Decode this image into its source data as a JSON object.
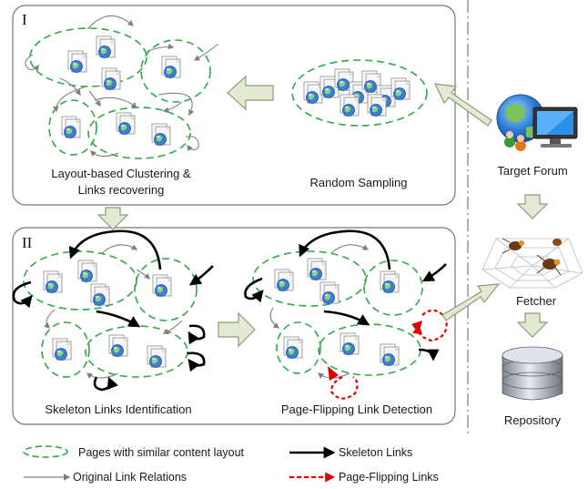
{
  "panels": {
    "top": {
      "roman_numeral": "I",
      "left_caption_line1": "Layout-based Clustering &",
      "left_caption_line2": "Links recovering",
      "right_caption": "Random Sampling"
    },
    "bottom": {
      "roman_numeral": "II",
      "left_caption": "Skeleton Links Identification",
      "right_caption": "Page-Flipping Link Detection"
    }
  },
  "sidebar": {
    "target_forum_label": "Target Forum",
    "fetcher_label": "Fetcher",
    "repository_label": "Repository"
  },
  "legend": {
    "similar_layout": "Pages with similar content layout",
    "skeleton_links": "Skeleton Links",
    "original_links": "Original Link Relations",
    "page_flipping_links": "Page-Flipping Links"
  },
  "colors": {
    "cluster_dash": "#2fa84a",
    "skeleton": "#000000",
    "original": "#808080",
    "page_flipping": "#e00000",
    "arrow_fill": "#e3ead3",
    "arrow_stroke": "#8f9a7a"
  },
  "icons": {
    "page": "web-page-icon",
    "target_forum": "globe-monitor-icon",
    "fetcher": "spider-web-icon",
    "repository": "database-icon"
  }
}
